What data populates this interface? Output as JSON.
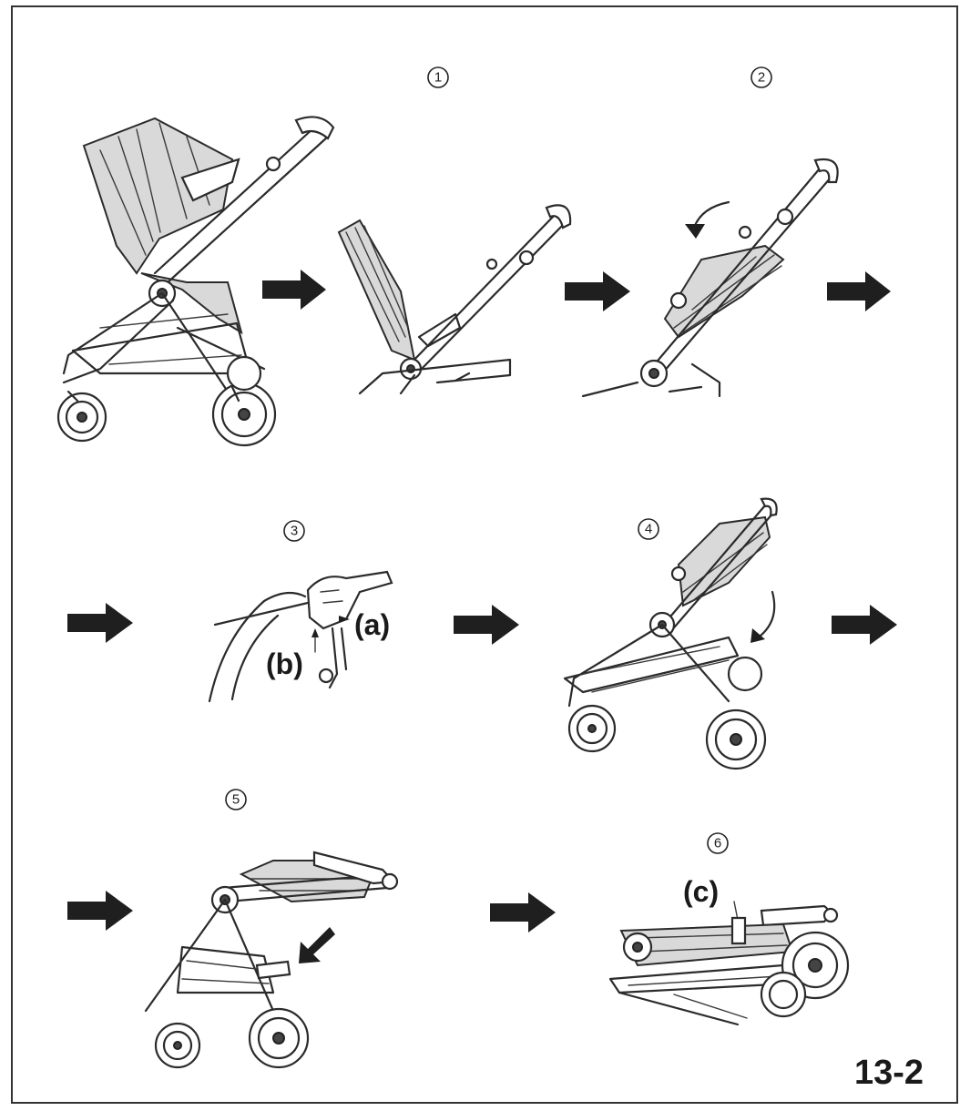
{
  "steps": [
    "1",
    "2",
    "3",
    "4",
    "5",
    "6"
  ],
  "callouts": {
    "a": "(a)",
    "b": "(b)",
    "c": "(c)"
  },
  "page_number": "13-2",
  "icons": [
    "right-arrow-icon",
    "curved-arrow-icon"
  ]
}
